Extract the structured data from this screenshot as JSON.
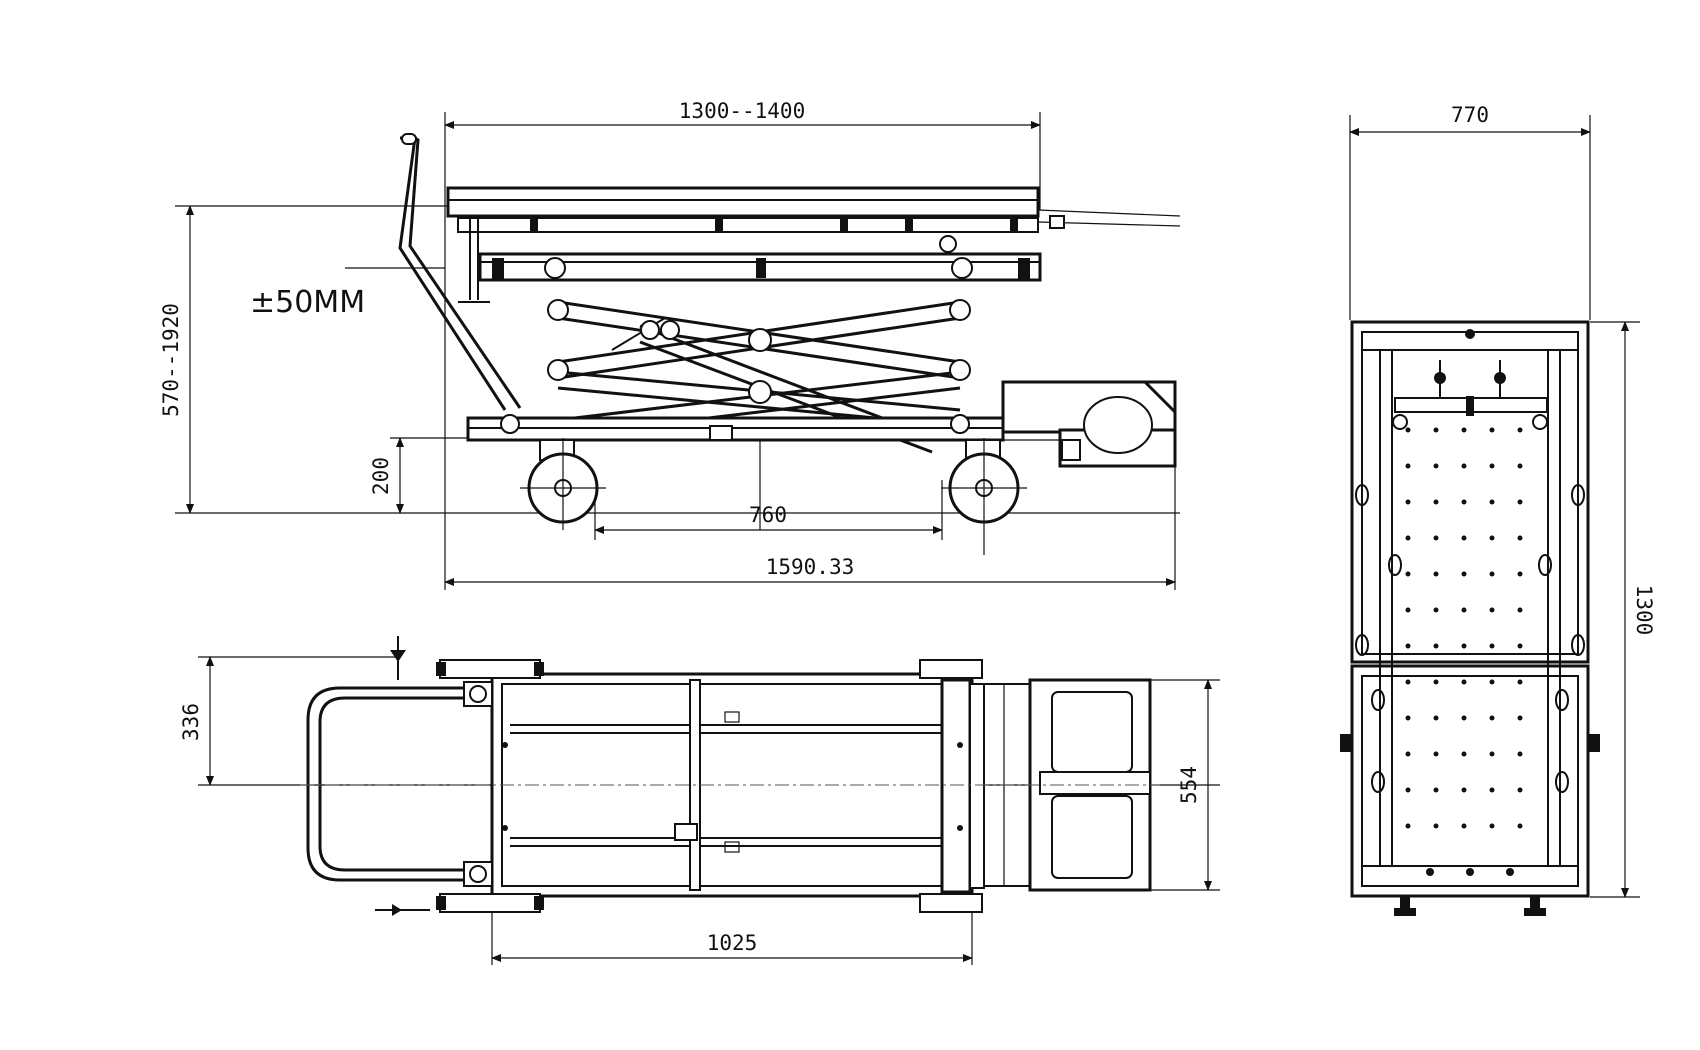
{
  "dimensions": {
    "platform_length": "1300--1400",
    "overall_length": "1590.33",
    "wheelbase": "760",
    "height_range": "570--1920",
    "tilt": "±50MM",
    "chassis_height": "200",
    "top_width": "770",
    "top_length": "1300",
    "half_width": "336",
    "base_width": "554",
    "base_length": "1025"
  }
}
